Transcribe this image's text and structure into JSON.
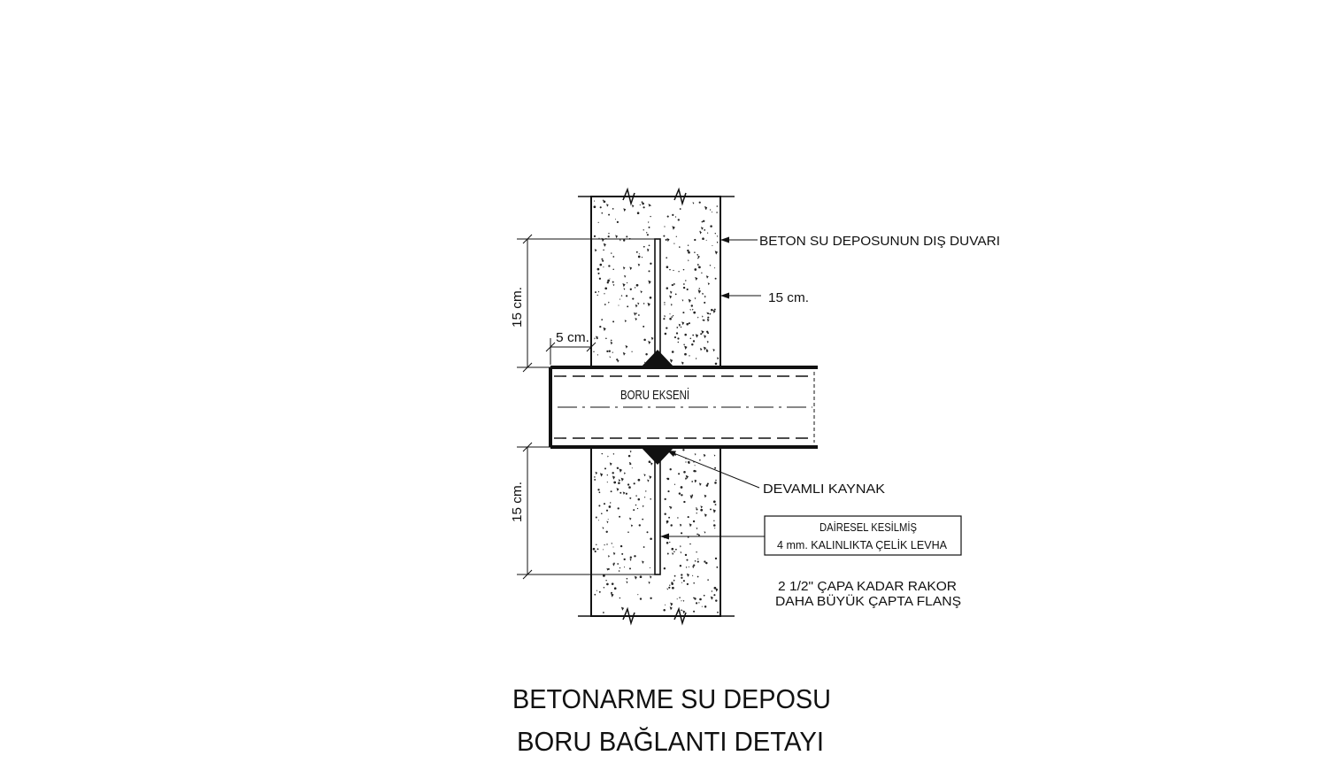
{
  "labels": {
    "outer_wall": "BETON SU DEPOSUNUN DIŞ DUVARI",
    "wall_thickness": "15 cm.",
    "upper_dim": "15 cm.",
    "lower_dim": "15 cm.",
    "pipe_projection": "5 cm.",
    "pipe_axis": "BORU EKSENİ",
    "weld": "DEVAMLI  KAYNAK",
    "plate_line1": "DAİRESEL KESİLMİŞ",
    "plate_line2": "4 mm. KALINLIKTA ÇELİK LEVHA",
    "note_line1": "2 1/2\" ÇAPA KADAR RAKOR",
    "note_line2": "DAHA BÜYÜK ÇAPTA FLANŞ"
  },
  "title": {
    "line1": "BETONARME SU DEPOSU",
    "line2": "BORU BAĞLANTI DETAYI"
  },
  "colors": {
    "ink": "#111111",
    "background": "#ffffff"
  }
}
